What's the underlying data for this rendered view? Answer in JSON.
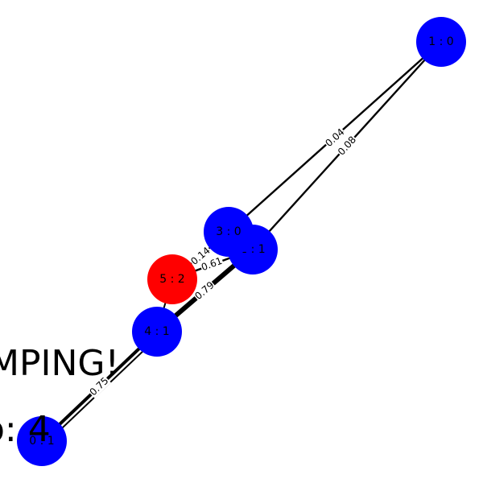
{
  "overlay": {
    "status_text": "MPING!",
    "step_text": "p: 4"
  },
  "colors": {
    "node_default": "#0000ff",
    "node_active": "#ff0000",
    "edge": "#000000"
  },
  "nodes": [
    {
      "id": "n1",
      "label": "1 : 0",
      "state": "default"
    },
    {
      "id": "n3",
      "label": "3 : 0",
      "state": "default"
    },
    {
      "id": "n2",
      "label": "2 : 1",
      "state": "default"
    },
    {
      "id": "n5",
      "label": "5 : 2",
      "state": "active"
    },
    {
      "id": "n4",
      "label": "4 : 1",
      "state": "default"
    },
    {
      "id": "n0",
      "label": "0 : 1",
      "state": "default"
    }
  ],
  "edges": [
    {
      "id": "e13",
      "label": "0.04"
    },
    {
      "id": "e12",
      "label": "0.08"
    },
    {
      "id": "e35",
      "label": "0.14"
    },
    {
      "id": "e25",
      "label": "0.61"
    },
    {
      "id": "e24",
      "label": "0.79"
    },
    {
      "id": "e04",
      "label": "0.75"
    }
  ]
}
